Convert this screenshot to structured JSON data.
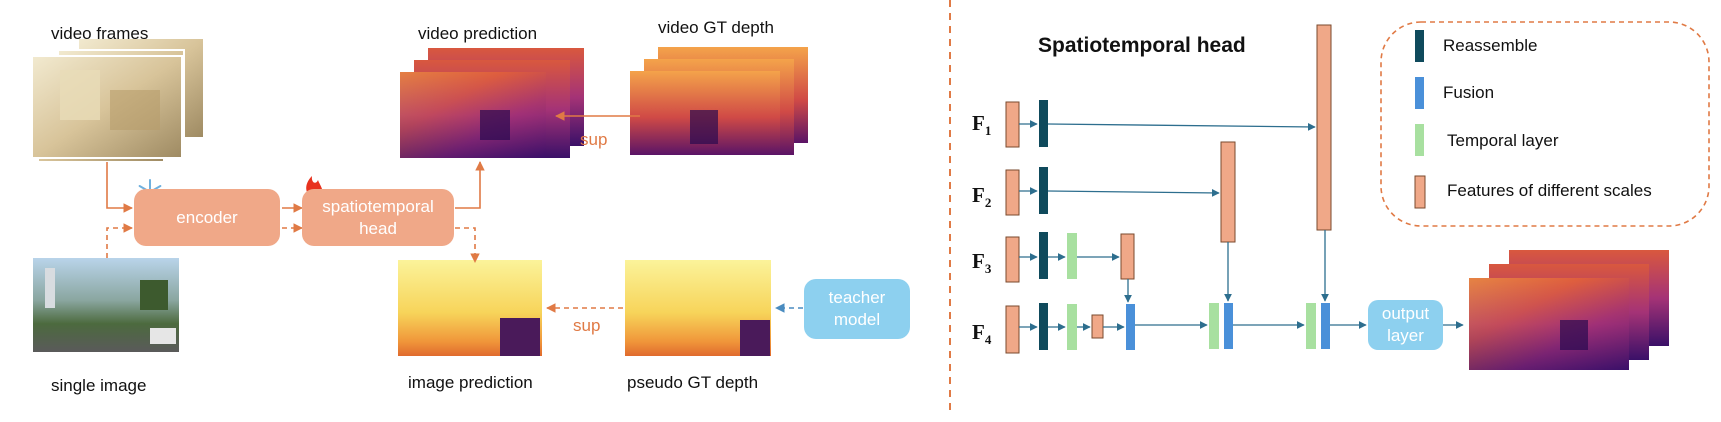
{
  "left": {
    "video_frames": "video frames",
    "video_prediction": "video prediction",
    "video_gt_depth": "video GT depth",
    "single_image": "single image",
    "image_prediction": "image prediction",
    "pseudo_gt_depth": "pseudo GT depth",
    "encoder": "encoder",
    "head_line1": "spatiotemporal",
    "head_line2": "head",
    "teacher_line1": "teacher",
    "teacher_line2": "model",
    "sup_top": "sup",
    "sup_bottom": "sup"
  },
  "right": {
    "title": "Spatiotemporal head",
    "features": [
      {
        "name": "F",
        "sub": "1"
      },
      {
        "name": "F",
        "sub": "2"
      },
      {
        "name": "F",
        "sub": "3"
      },
      {
        "name": "F",
        "sub": "4"
      }
    ],
    "legend": [
      {
        "label": "Reassemble",
        "color": "#0f4a5c"
      },
      {
        "label": "Fusion",
        "color": "#4a90d9"
      },
      {
        "label": "Temporal layer",
        "color": "#a8e0a0"
      },
      {
        "label": "Features of different scales",
        "color": "#f0a888"
      }
    ],
    "output_line1": "output",
    "output_line2": "layer"
  },
  "colors": {
    "accent": "#e07a45",
    "teacher_arrow": "#4a8cc0",
    "flow_arrow": "#2d6e8e",
    "divider": "#e07a45"
  }
}
